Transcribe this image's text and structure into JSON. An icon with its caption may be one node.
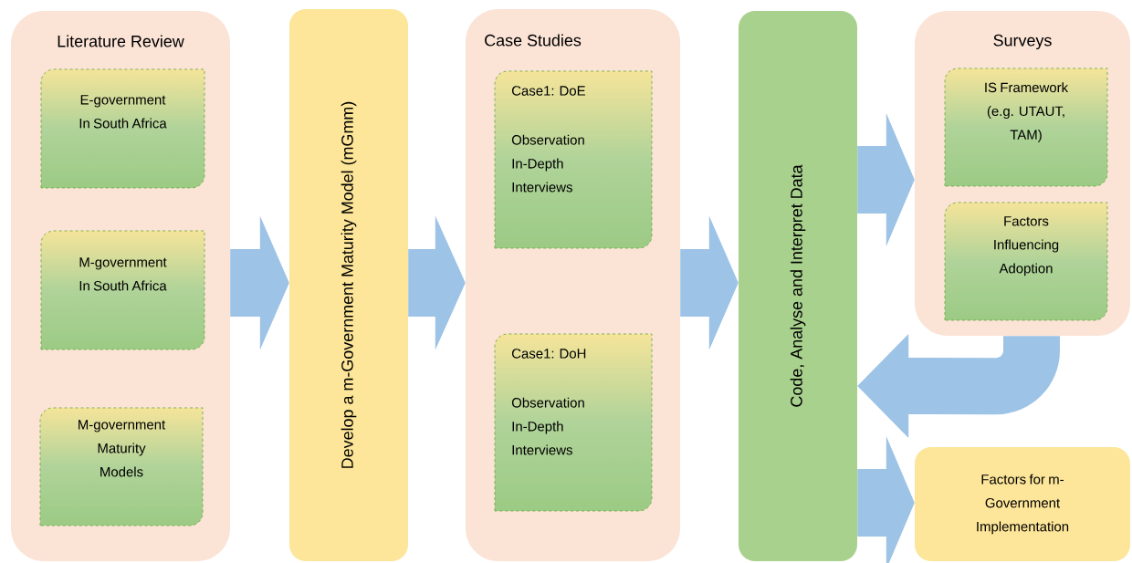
{
  "diagram": {
    "nodes": [
      {
        "text": [
          "Literature Review"
        ]
      },
      {
        "text": [
          "E-government In South Africa"
        ],
        "in": 0
      },
      {
        "text": [
          "M-government In South Africa"
        ],
        "in": 0
      },
      {
        "text": [
          "M-government Maturity Models"
        ],
        "in": 0
      },
      {
        "text": [
          "Develop a m-Government Maturity Model (mGmm)"
        ]
      },
      {
        "text": [
          "Case Studies"
        ]
      },
      {
        "text": [
          "Case1: DoE",
          "Observation In-Depth Interviews"
        ],
        "in": 5
      },
      {
        "text": [
          "Case1: DoH",
          "Observation In-Depth Interviews"
        ],
        "in": 5
      },
      {
        "text": [
          "Code, Analyse and Interpret Data"
        ]
      },
      {
        "text": [
          "Surveys"
        ]
      },
      {
        "text": [
          "IS Framework (e.g. UTAUT, TAM)"
        ],
        "in": 9
      },
      {
        "text": [
          "Factors Influencing Adoption"
        ],
        "in": 9
      },
      {
        "text": [
          "Factors for m-Government Implementation"
        ]
      }
    ],
    "edges": [
      {
        "from": 0,
        "to": 4,
        "arrow": "to"
      },
      {
        "from": 4,
        "to": 5,
        "arrow": "to"
      },
      {
        "from": 5,
        "to": 8,
        "arrow": "to"
      },
      {
        "from": 8,
        "to": 9,
        "arrow": "to"
      },
      {
        "from": 9,
        "to": 8,
        "arrow": "to"
      },
      {
        "from": 8,
        "to": 12,
        "arrow": "to"
      }
    ]
  }
}
